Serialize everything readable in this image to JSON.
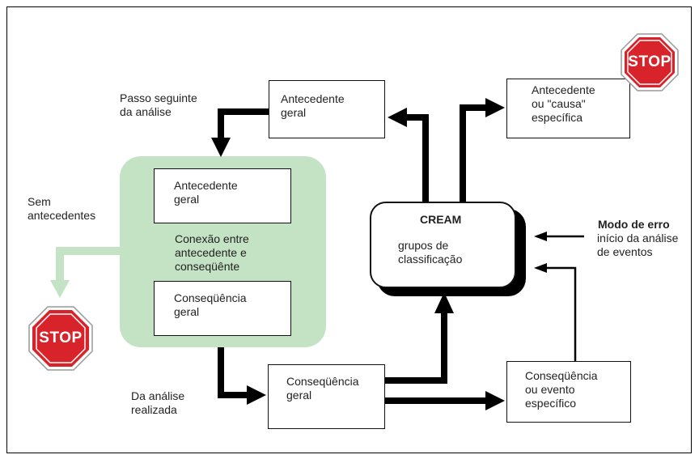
{
  "nodes": {
    "top_antecedent": "Antecedente\ngeral",
    "specific_antecedent": "Antecedente\nou \"causa\"\nespecífica",
    "inner_antecedent": "Antecedente\ngeral",
    "connection": "Conexão entre\nantecedente e\nconseqüênte",
    "inner_consequence": "Conseqüência\ngeral",
    "bottom_consequence": "Conseqüência\ngeral",
    "specific_consequence": "Conseqüência\nou evento\nespecífico",
    "cream_title": "CREAM",
    "cream_subtitle": "grupos de\nclassificação"
  },
  "labels": {
    "next_step": "Passo seguinte\nda análise",
    "no_antecedents": "Sem\nantecedentes",
    "from_analysis": "Da análise\nrealizada",
    "error_mode_title": "Modo de erro",
    "error_mode_desc": "início da análise\nde eventos"
  },
  "stop_signs": {
    "text": "STOP",
    "color": "#d8232a"
  },
  "colors": {
    "group_fill": "#c4e3c4",
    "green_arrow": "#c4e3c4",
    "arrow": "#000000"
  }
}
